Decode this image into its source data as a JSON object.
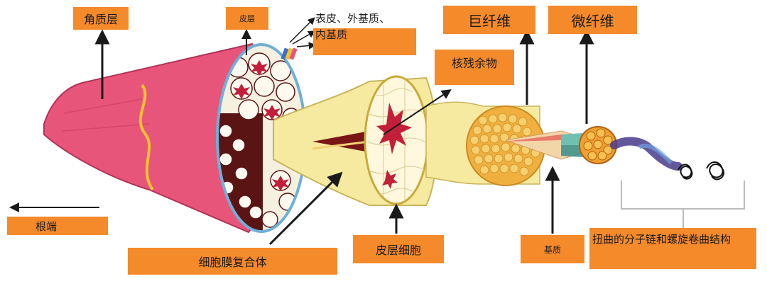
{
  "labels": {
    "cuticle": "角质层",
    "cortex_small": "皮层",
    "cortex_components_1": "表皮、外基质、",
    "cortex_components_2": "内基质",
    "nuclear_remnant": "核残余物",
    "macrofibril": "巨纤维",
    "microfibril": "微纤维",
    "root_end": "根端",
    "cell_membrane_complex": "细胞膜复合体",
    "cortical_cell": "皮层细胞",
    "matrix": "基质",
    "twisted_chain": "扭曲的分子链和螺旋卷曲结构"
  },
  "colors": {
    "label_bg": "#f58a2a",
    "cuticle_pink": "#e8557a",
    "cortex_yellow": "#f6eaa0",
    "fibril_orange": "#f0b040",
    "arrow": "#1a1a1a"
  }
}
